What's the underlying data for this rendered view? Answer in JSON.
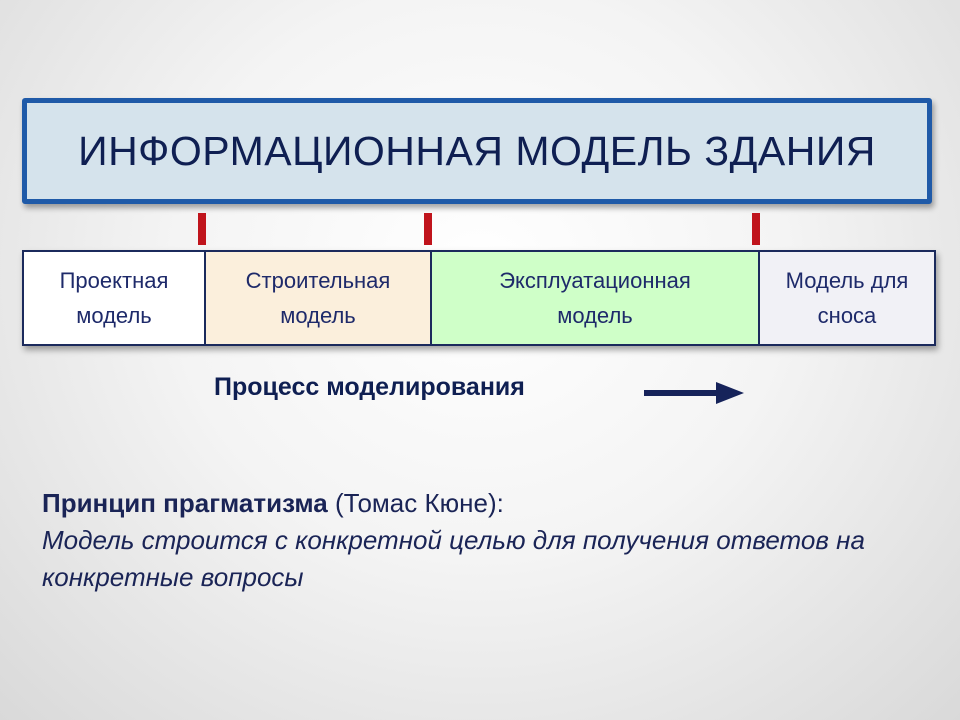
{
  "title": "ИНФОРМАЦИОННАЯ МОДЕЛЬ ЗДАНИЯ",
  "phases": [
    {
      "label_line1": "Проектная",
      "label_line2": "модель",
      "background": "#ffffff"
    },
    {
      "label_line1": "Строительная",
      "label_line2": "модель",
      "background": "#fbefdc"
    },
    {
      "label_line1": "Эксплуатационная",
      "label_line2": "модель",
      "background": "#cfffc8"
    },
    {
      "label_line1": "Модель для",
      "label_line2": "сноса",
      "background": "#f1f1f6"
    }
  ],
  "process": {
    "label": "Процесс моделирования",
    "arrow_icon": "right-arrow-icon"
  },
  "principle": {
    "title": "Принцип прагматизма",
    "author": " (Томас Кюне):",
    "body": "Модель строится с конкретной целью для получения ответов на конкретные вопросы"
  },
  "colors": {
    "title_border": "#1f5aa8",
    "title_fill": "#d5e3ec",
    "tick": "#c0141c",
    "text_dark": "#0f1f52",
    "arrow": "#16235a"
  }
}
